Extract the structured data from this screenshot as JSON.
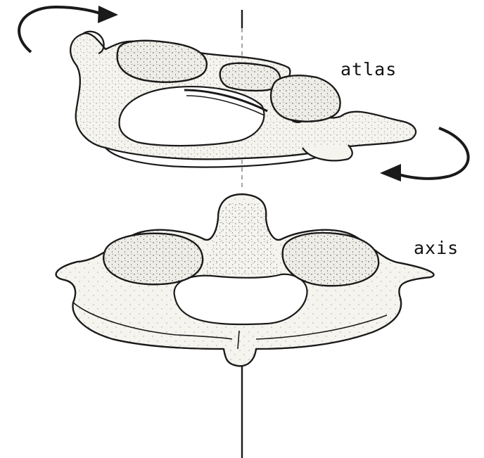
{
  "labels": {
    "atlas": "atlas",
    "axis": "axis"
  },
  "colors": {
    "line": "#1a1a1a",
    "bone_fill": "#f6f4ef",
    "facet_fill": "#efede7",
    "stipple": "#3a3a3a",
    "background": "#ffffff"
  },
  "icons": {
    "rotation_arrow_left": "curved-arrow-icon",
    "rotation_arrow_right": "curved-arrow-icon",
    "rotation_axis": "vertical-axis-line"
  }
}
